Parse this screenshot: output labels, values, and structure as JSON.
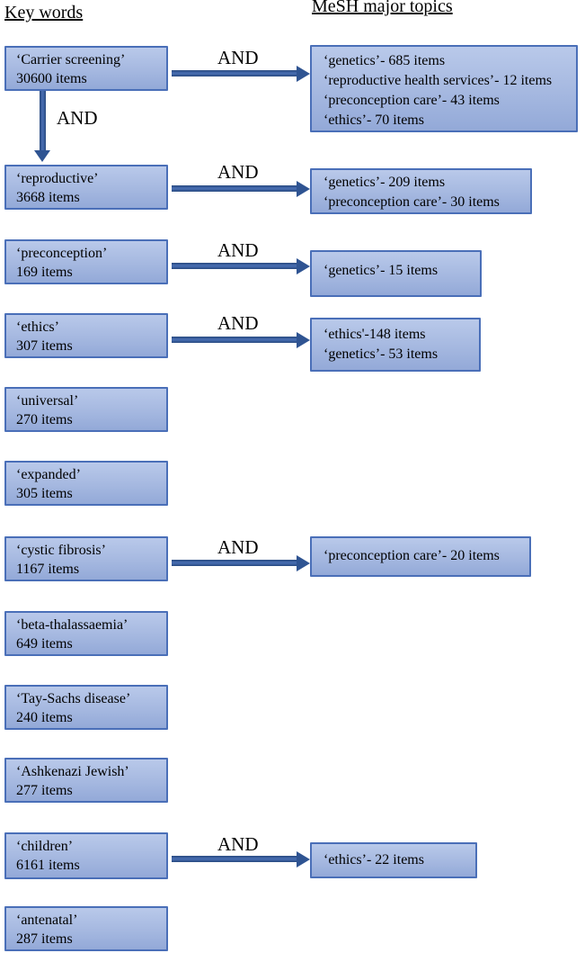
{
  "page": {
    "left_heading": "Key words",
    "right_heading": "MeSH major topics",
    "and_label": "AND"
  },
  "colors": {
    "box_fill": "#a5b8e0",
    "box_border": "#4a6fb8",
    "arrow": "#2f5492",
    "text": "#000000",
    "background": "#ffffff"
  },
  "keyword_boxes": [
    {
      "term": "‘Carrier screening’",
      "count": "30600 items"
    },
    {
      "term": "‘reproductive’",
      "count": "3668 items"
    },
    {
      "term": "‘preconception’",
      "count": "169 items"
    },
    {
      "term": "‘ethics’",
      "count": "307 items"
    },
    {
      "term": "‘universal’",
      "count": "270 items"
    },
    {
      "term": "‘expanded’",
      "count": "305 items"
    },
    {
      "term": "‘cystic fibrosis’",
      "count": "1167 items"
    },
    {
      "term": "‘beta-thalassaemia’",
      "count": "649 items"
    },
    {
      "term": "‘Tay-Sachs disease’",
      "count": "240 items"
    },
    {
      "term": "‘Ashkenazi Jewish’",
      "count": "277 items"
    },
    {
      "term": "‘children’",
      "count": "6161 items"
    },
    {
      "term": "‘antenatal’",
      "count": "287 items"
    }
  ],
  "mesh_boxes": [
    {
      "lines": [
        "‘genetics’- 685 items",
        "‘reproductive health services’- 12 items",
        "‘preconception care’- 43 items",
        "‘ethics’- 70 items"
      ]
    },
    {
      "lines": [
        "‘genetics’- 209 items",
        "‘preconception care’- 30 items"
      ]
    },
    {
      "lines": [
        "‘genetics’- 15 items"
      ]
    },
    {
      "lines": [
        "‘ethics'-148 items",
        "‘genetics’- 53 items"
      ]
    },
    {
      "lines": [
        "‘preconception care’- 20 items"
      ]
    },
    {
      "lines": [
        "‘ethics’- 22 items"
      ]
    }
  ]
}
